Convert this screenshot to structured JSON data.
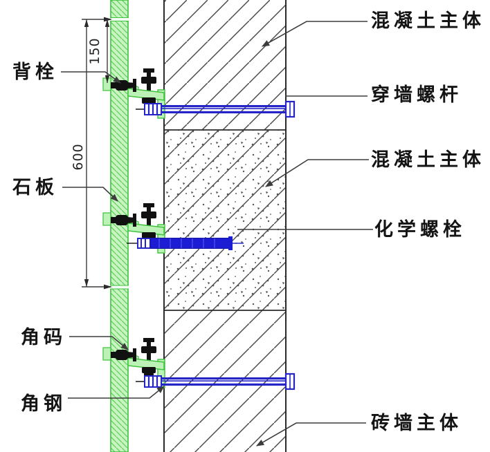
{
  "drawing": {
    "labels": {
      "concrete_top": "混凝土主体",
      "through_wall_screw": "穿墙螺杆",
      "concrete_mid": "混凝土主体",
      "chemical_anchor": "化学螺栓",
      "brick_wall": "砖墙主体",
      "back_bolt": "背栓",
      "stone_panel": "石板",
      "corner_bracket": "角码",
      "angle_steel": "角钢"
    },
    "dimensions": {
      "top_offset": "150",
      "panel_spacing": "600"
    },
    "colors": {
      "stone_fill": "#c9f4c2",
      "stone_line": "#3dc13d",
      "bolt_blue": "#2424c8",
      "chemical_fill": "#1c1cd2",
      "hatch_line": "#4a4a4a",
      "leader_line": "#3c3c3c",
      "text_color": "#141414"
    }
  }
}
